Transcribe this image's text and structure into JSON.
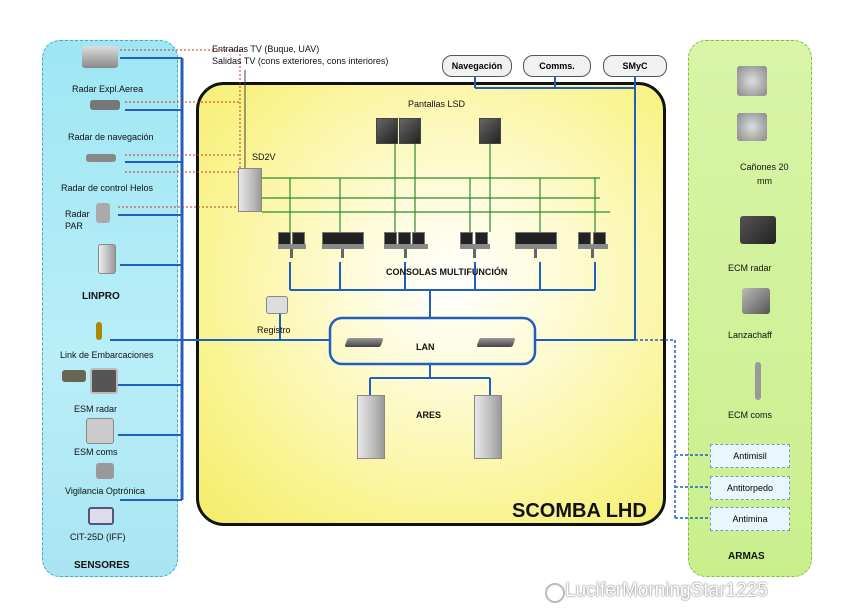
{
  "title": "SCOMBA LHD",
  "top_note": {
    "line1": "Entradas TV (Buque, UAV)",
    "line2": "Salidas TV (cons exteriores, cons interiores)"
  },
  "top_systems": [
    "Navegación",
    "Comms.",
    "SMyC"
  ],
  "sensors": {
    "title": "SENSORES",
    "items": [
      "Radar Expl.Aerea",
      "Radar de navegación",
      "Radar de control Helos",
      "Radar",
      "PAR",
      "LINPRO",
      "Link de Embarcaciones",
      "ESM radar",
      "ESM coms",
      "Vigilancia Optrónica",
      "CIT-25D (IFF)"
    ]
  },
  "center": {
    "displays_label": "Pantallas LSD",
    "sd2v_label": "SD2V",
    "consoles_label": "CONSOLAS MULTIFUNCIÓN",
    "registro_label": "Registro",
    "lan_label": "LAN",
    "ares_label": "ARES"
  },
  "weapons_panel": {
    "title": "ARMAS",
    "items": [
      "Cañones 20",
      "mm",
      "ECM radar",
      "Lanzachaff",
      "ECM coms"
    ],
    "boxes": [
      "Antimisil",
      "Antitorpedo",
      "Antimina"
    ]
  },
  "watermark": "LuciferMorningStar1225",
  "colors": {
    "link_blue": "#1f5fbf",
    "green_line": "#2e8b2e",
    "dotted_red": "#c0392b",
    "main_bg": "#f9f38a",
    "sensors_bg": "#b9eef8",
    "weapons_bg": "#c9ef8d"
  }
}
